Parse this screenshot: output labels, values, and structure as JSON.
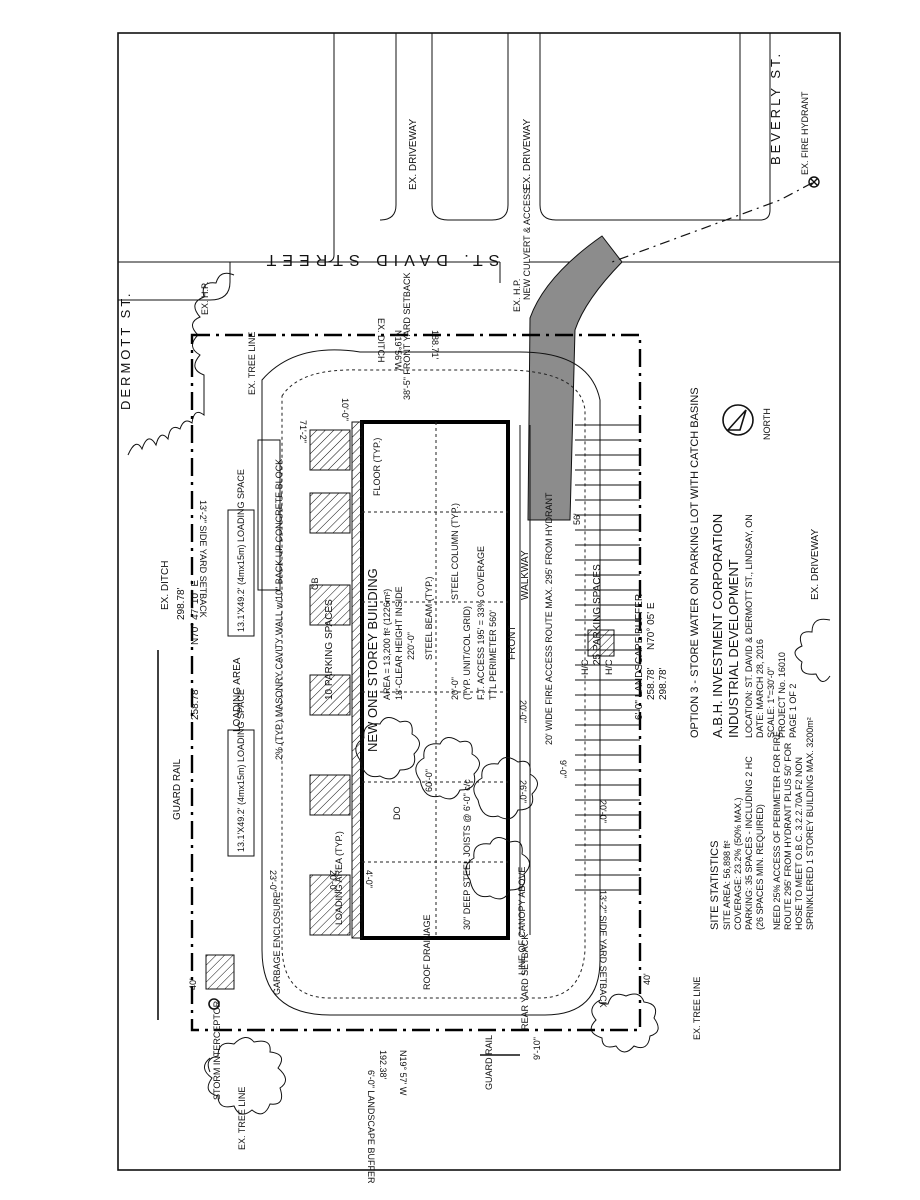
{
  "streets": {
    "st_david": "ST. DAVID STREET",
    "beverly": "BEVERLY ST.",
    "dermott": "DERMOTT ST."
  },
  "labels": {
    "ex_driveway_1": "EX. DRIVEWAY",
    "ex_driveway_2": "EX. DRIVEWAY",
    "ex_driveway_3": "EX. DRIVEWAY",
    "new_culvert": "NEW CULVERT & ACCESS",
    "fire_hydrant": "EX. FIRE HYDRANT",
    "ex_hp_top": "EX. H.P.",
    "ex_hp_side": "EX. H.P.",
    "ex_ditch_right": "EX. DITCH",
    "ex_ditch_left": "EX. DITCH",
    "dim_north_bearing": "N19°56'W",
    "dim_north_len": "188.71'",
    "ex_tree_line_top": "EX. TREE LINE",
    "ex_tree_line_bl": "EX. TREE LINE",
    "ex_tree_line_br": "EX. TREE LINE",
    "front_yard_setback": "38'-5\" FRONT YARD SETBACK",
    "side_yard_setback_left": "13'-2\" SIDE YARD SETBACK",
    "side_yard_setback_right": "13'-2\" SIDE YARD SETBACK",
    "rear_yard_setback": "REAR YARD SETBACK",
    "rear_setback_dim": "9'-10\"",
    "west_bearing": "N70° 47' 10\" E",
    "west_len_outer": "298.78'",
    "west_len_inner": "258.78'",
    "east_bearing": "N70° 05' E",
    "east_len_outer": "298.78'",
    "east_len_inner": "258.78'",
    "south_bearing": "N19° 57' W",
    "south_len": "192.38'",
    "landscape_buffer_east": "6'-0\" LANDSCAPE BUFFER",
    "landscape_buffer_south": "6'-0\" LANDSCAPE BUFFER",
    "guard_rail_top": "GUARD RAIL",
    "guard_rail_bottom": "GUARD RAIL",
    "storm_interceptor": "STORM INTERCEPTOR",
    "garbage_enclosure": "GARBAGE ENCLOSURE",
    "roof_drainage": "ROOF DRAINAGE",
    "canopy": "LINE OF CANOPY ABOVE",
    "joists": "30\" DEEP STEEL JOISTS @ 6'-0\" c/c",
    "loading_space_1": "13.1'X49.2' (4mx15m) LOADING SPACE",
    "loading_space_2": "13.1'X49.2' (4mx15m) LOADING SPACE",
    "loading_area": "LOADING AREA",
    "masonry_wall": "2% (TYP.) MASONRY CAVITY WALL w/10\" BACK UP CONCRETE BLOCK",
    "parking_10": "10 PARKING SPACES",
    "parking_25": "25 PARKING SPACES",
    "loading_area_typ": "LOADING AREA (TYP.)",
    "building_title": "NEW ONE STOREY BUILDING",
    "building_area": "AREA = 13,200 ft² (1226m²)",
    "clear_height": "18'-CLEAR HEIGHT INSIDE",
    "dim_220": "220'-0\"",
    "dim_60": "60'-0\"",
    "dim_20": "20'-0\"",
    "unit_grid": "(TYP. UNIT/COL GRID)",
    "steel_beam": "STEEL BEAM (TYP.)",
    "steel_column": "STEEL COLUMN (TYP.)",
    "fire_access": "F.T. ACCESS 195' = 33% COVERAGE",
    "perimeter": "TTL PERIMETER 560'",
    "floor_typ": "FLOOR (TYP.)",
    "front": "FRONT",
    "walkway": "WALKWAY",
    "fire_route": "20' WIDE FIRE ACCESS ROUTE MAX. 295' FROM HYDRANT",
    "dim_56": "56'",
    "dim_40a": "40'",
    "dim_40b": "40'",
    "dim_4": "4'-0\"",
    "dim_20b": "20'-0\"",
    "dim_23": "23'-0\"",
    "dim_26": "26'-0\"",
    "dim_9": "9'-0\"",
    "dim_20c": "20'-0\"",
    "dim_20d": "20'-0\"",
    "dim_10": "10'-0\"",
    "dim_71": "71'-2\"",
    "hc_1": "H/C",
    "hc_2": "H/C",
    "cb": "CB",
    "north": "NORTH",
    "door": "DO"
  },
  "title_block": {
    "option": "OPTION 3 - STORE WATER ON PARKING LOT WITH CATCH BASINS",
    "company": "A.B.H. INVESTMENT CORPORATION",
    "project_type": "INDUSTRIAL DEVELOPMENT",
    "location": "LOCATION: ST. DAVID & DERMOTT ST., LINDSAY, ON",
    "date": "DATE: MARCH 28, 2016",
    "scale": "SCALE: 1\"=30'-0\"",
    "project_no": "PROJECT No. 16010",
    "page": "PAGE 1 OF 2"
  },
  "site_statistics": {
    "heading": "SITE STATISTICS",
    "site_area": "SITE AREA: 56,898 ft²",
    "coverage": "COVERAGE: 23.2% (50% MAX.)",
    "parking": "PARKING: 35 SPACES - INCLUDING 2 HC",
    "parking_min": "(26 SPACES MIN. REQUIRED)",
    "note_1": "NEED 25% ACCESS OF PERIMETER FOR FIRE",
    "note_2": "ROUTE 295' FROM HYDRANT PLUS 50' FOR",
    "note_3": "HOSE TO MEET O.B.C. 3.2.2.70A F2 NON",
    "note_4": "SPRINKLERED 1 STOREY BUILDING MAX. 3200m²"
  },
  "colors": {
    "ink": "#111111",
    "driveway_fill": "#8c8c8c",
    "paper": "#ffffff"
  }
}
